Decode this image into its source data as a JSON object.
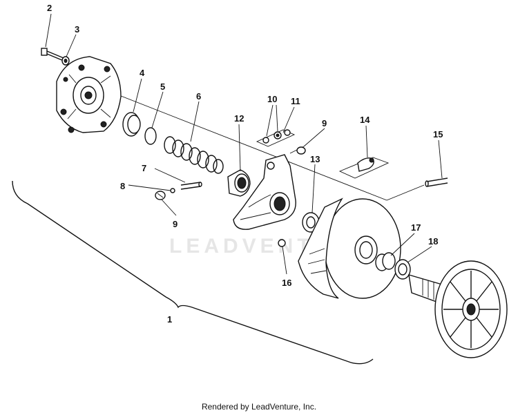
{
  "watermark": "LEADVENTURE",
  "footer": "Rendered by LeadVenture, Inc.",
  "callouts": {
    "c1": "1",
    "c2": "2",
    "c3": "3",
    "c4": "4",
    "c5": "5",
    "c6": "6",
    "c7": "7",
    "c8": "8",
    "c9a": "9",
    "c9b": "9",
    "c10": "10",
    "c11": "11",
    "c12": "12",
    "c13": "13",
    "c14": "14",
    "c15": "15",
    "c16": "16",
    "c17": "17",
    "c18": "18"
  }
}
